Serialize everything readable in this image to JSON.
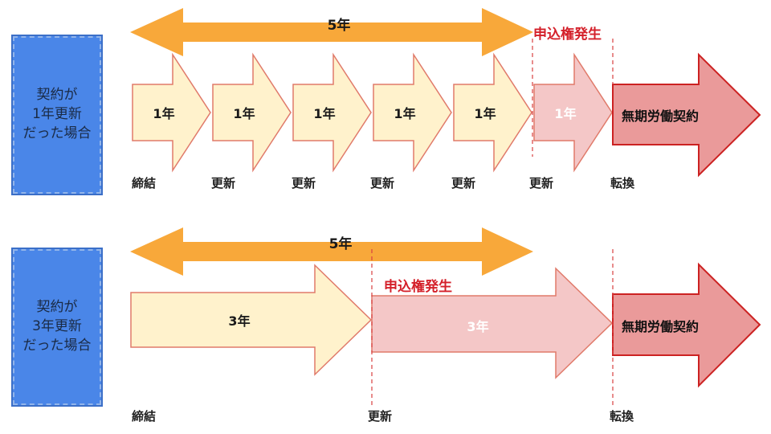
{
  "colors": {
    "span_arrow": "#f8a83a",
    "segment_fill": "#fff2cc",
    "segment_stroke": "#e07a6a",
    "after_fill": "#f4c7c7",
    "final_fill": "#ea9a9a",
    "final_stroke": "#cc2222",
    "dashed_line": "#d94040",
    "accent_text": "#d4202a",
    "case_box": "#4a86e8"
  },
  "case1": {
    "label": "契約が\n1年更新\nだった場合",
    "span_label": "5年",
    "segments": [
      "1年",
      "1年",
      "1年",
      "1年",
      "1年"
    ],
    "after_segment": "1年",
    "final": "無期労働契約",
    "right_marker": "申込権発生",
    "timeline": [
      "締結",
      "更新",
      "更新",
      "更新",
      "更新",
      "更新",
      "転換"
    ]
  },
  "case2": {
    "label": "契約が\n3年更新\nだった場合",
    "span_label": "5年",
    "segment": "3年",
    "after_segment": "3年",
    "final": "無期労働契約",
    "right_marker": "申込権発生",
    "timeline": [
      "締結",
      "更新",
      "転換"
    ]
  }
}
